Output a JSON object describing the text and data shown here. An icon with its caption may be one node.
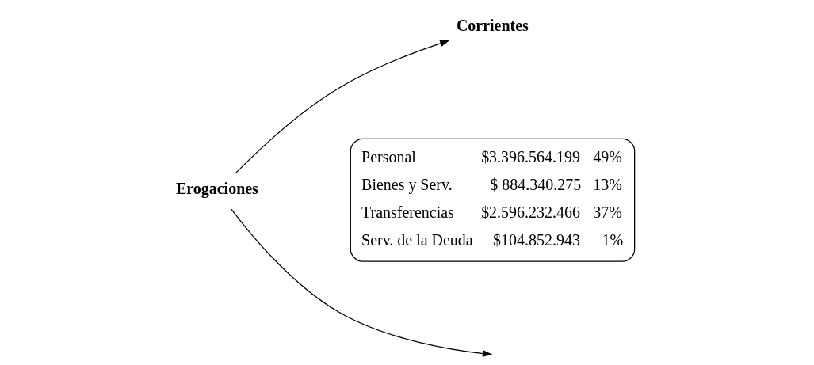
{
  "diagram": {
    "nodes": [
      {
        "text": [
          "Erogaciones"
        ]
      },
      {
        "text": [
          "Corrientes"
        ]
      }
    ],
    "edges": [
      {
        "from": 0,
        "to": 1,
        "arrow": "to"
      },
      {
        "from": 0,
        "to": null,
        "arrow": "to"
      }
    ],
    "labels": [
      "Personal",
      "$3.396.564.199",
      "49%",
      "Bienes y Serv.",
      "$ 884.340.275",
      "13%",
      "Transferencias",
      "$2.596.232.466",
      "37%",
      "Serv. de la Deuda",
      "$104.852.943",
      "1%"
    ]
  }
}
